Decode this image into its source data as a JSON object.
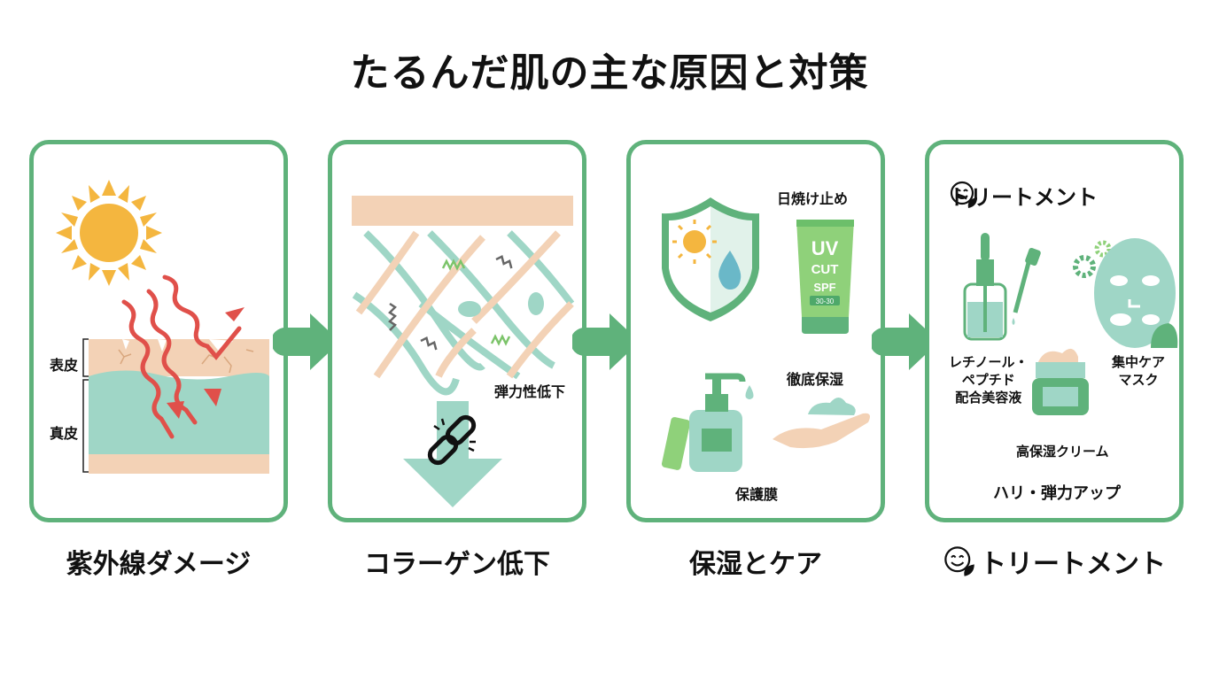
{
  "title": "たるんだ肌の主な原因と対策",
  "colors": {
    "border_green": "#5fb27b",
    "teal": "#9fd6c6",
    "skin": "#f3d2b6",
    "ray_red": "#e0504a",
    "sun": "#f4b63f"
  },
  "panels": [
    {
      "caption": "紫外線ダメージ",
      "labels": {
        "epidermis": "表皮",
        "dermis": "真皮"
      },
      "icons": [
        "sun-icon",
        "uv-ray-arrows",
        "skin-layers"
      ]
    },
    {
      "caption": "コラーゲン低下",
      "labels": {
        "elasticity": "弾力性低下"
      },
      "icons": [
        "collagen-fibers",
        "broken-link-icon",
        "down-arrow-icon"
      ]
    },
    {
      "caption": "保湿とケア",
      "labels": {
        "sunscreen": "日焼け止め",
        "moisture": "徹底保湿",
        "barrier": "保護膜"
      },
      "tube": {
        "line1": "UV",
        "line2": "CUT",
        "line3": "SPF",
        "badge": "30-30"
      },
      "icons": [
        "shield-icon",
        "sunscreen-tube-icon",
        "pump-bottle-icon",
        "hand-cream-icon"
      ]
    },
    {
      "caption": "トリートメント",
      "heading": "トリートメント",
      "labels": {
        "serum_1": "レチノール・",
        "serum_2": "ペプチド",
        "serum_3": "配合美容液",
        "mask_1": "集中ケア",
        "mask_2": "マスク",
        "cream": "高保湿クリーム",
        "result": "ハリ・弾力アップ"
      },
      "icons": [
        "smile-leaf-icon",
        "dropper-bottle-icon",
        "gear-icon",
        "face-mask-icon",
        "cream-jar-icon"
      ]
    }
  ]
}
